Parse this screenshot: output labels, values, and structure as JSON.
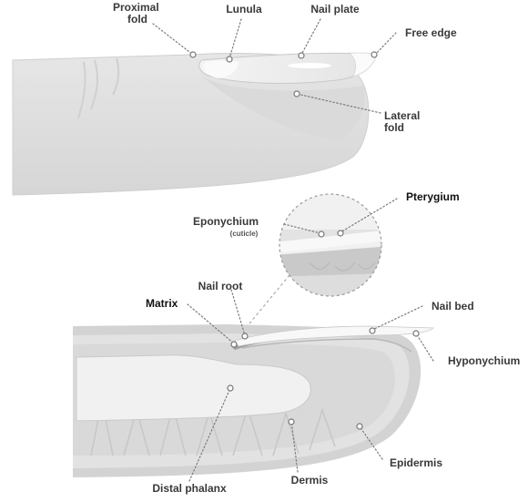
{
  "diagram": {
    "labels": {
      "proximal_fold": "Proximal fold",
      "lunula": "Lunula",
      "nail_plate": "Nail plate",
      "free_edge": "Free edge",
      "lateral_fold": "Lateral fold",
      "pterygium": "Pterygium",
      "eponychium": "Eponychium",
      "cuticle": "(cuticle)",
      "nail_root": "Nail root",
      "matrix": "Matrix",
      "nail_bed": "Nail bed",
      "hyponychium": "Hyponychium",
      "epidermis": "Epidermis",
      "dermis": "Dermis",
      "distal_phalanx": "Distal phalanx"
    },
    "colors": {
      "skin_light": "#ececec",
      "skin_mid": "#dcdcdc",
      "skin_dark": "#c4c4c4",
      "nail_plate": "#f6f6f6",
      "bone": "#f1f1f1",
      "label_text": "#3a3a3a"
    }
  }
}
